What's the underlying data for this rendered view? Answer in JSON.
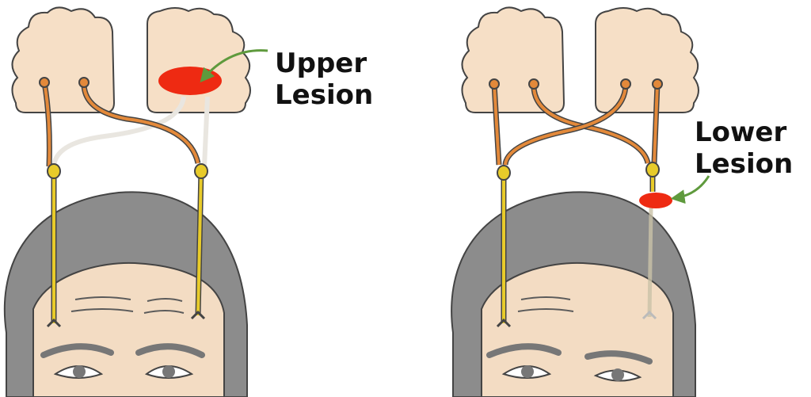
{
  "labels": {
    "upper": [
      "Upper",
      "Lesion"
    ],
    "lower": [
      "Lower",
      "Lesion"
    ]
  },
  "colors": {
    "brain": "#f6dfc6",
    "brain_outline": "#444444",
    "nerve_orange": "#e3893a",
    "nerve_yellow": "#e8cb2a",
    "lesion": "#ee2a12",
    "arrow": "#5f9a3d",
    "hair": "#8a8a8a",
    "skin": "#f3dcc3",
    "brow": "#777777"
  },
  "icons": [
    "brain-hemisphere",
    "head-illustration",
    "lesion-marker",
    "pointer-arrow"
  ]
}
